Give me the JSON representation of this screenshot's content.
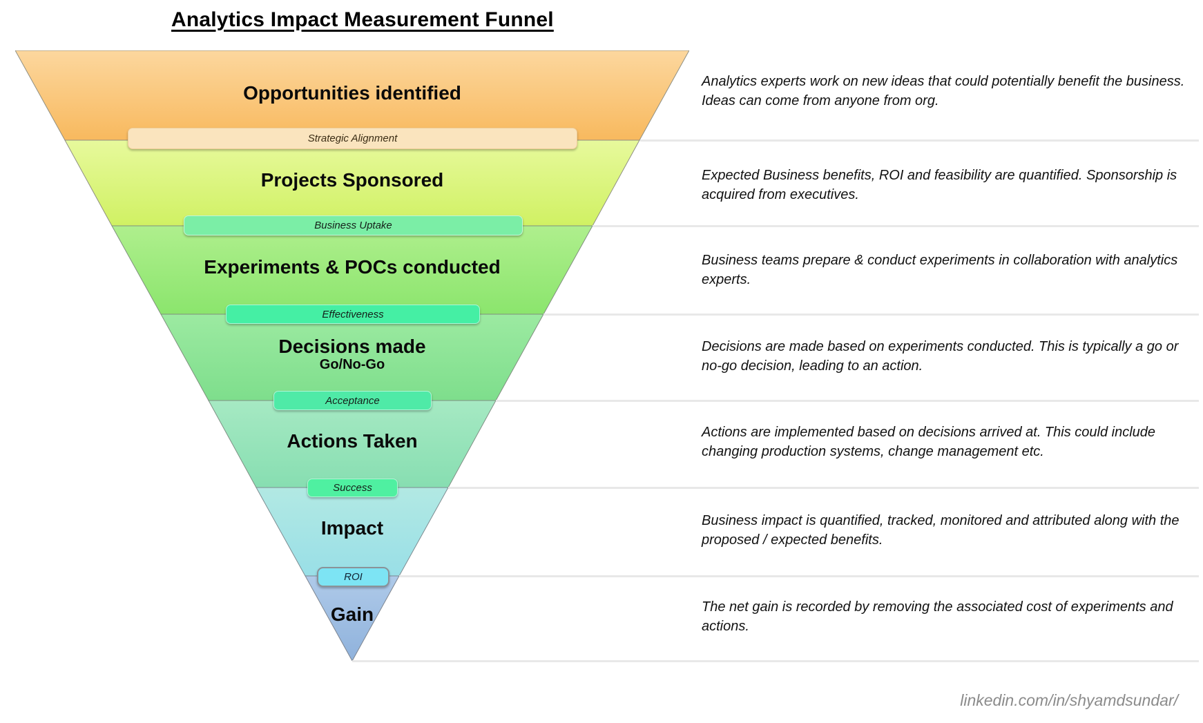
{
  "title": "Analytics Impact Measurement Funnel",
  "funnel": {
    "stages": [
      {
        "label": "Opportunities identified",
        "color_top": "#FCD79E",
        "color_bottom": "#F8B95E",
        "connector": {
          "label": "Strategic Alignment",
          "color": "#FAE4BE"
        },
        "description": "Analytics experts work on new ideas that could potentially benefit the business. Ideas can come from anyone from org."
      },
      {
        "label": "Projects Sponsored",
        "color_top": "#E7F99C",
        "color_bottom": "#D0F163",
        "connector": {
          "label": "Business Uptake",
          "color": "#7BEEA6"
        },
        "description": "Expected Business benefits, ROI and feasibility are quantified. Sponsorship is acquired from executives."
      },
      {
        "label": "Experiments & POCs conducted",
        "color_top": "#AFEF8D",
        "color_bottom": "#8BE56D",
        "connector": {
          "label": "Effectiveness",
          "color": "#45EFA4"
        },
        "description": "Business teams prepare & conduct experiments in collaboration with analytics experts."
      },
      {
        "label": "Decisions made",
        "sublabel": "Go/No-Go",
        "color_top": "#9CEAA1",
        "color_bottom": "#7EDE8C",
        "connector": {
          "label": "Acceptance",
          "color": "#4FEAA7"
        },
        "description": "Decisions are made based on experiments conducted. This is typically a go or no-go decision, leading to an action."
      },
      {
        "label": "Actions Taken",
        "color_top": "#A6E9C3",
        "color_bottom": "#87DEB1",
        "connector": {
          "label": "Success",
          "color": "#4FF0A1"
        },
        "description": "Actions are implemented based on decisions arrived at. This could include changing production systems, change management etc."
      },
      {
        "label": "Impact",
        "color_top": "#B2E9E3",
        "color_bottom": "#99DFE7",
        "connector": {
          "label": "ROI",
          "color": "#7DE4F4"
        },
        "description": "Business impact is quantified, tracked, monitored and attributed along with the proposed / expected benefits."
      },
      {
        "label": "Gain",
        "color_top": "#AFCAE9",
        "color_bottom": "#8FB2DC",
        "description": "The net gain is recorded by removing the associated cost of experiments and actions."
      }
    ]
  },
  "footer": {
    "credit": "linkedin.com/in/shyamdsundar/"
  }
}
